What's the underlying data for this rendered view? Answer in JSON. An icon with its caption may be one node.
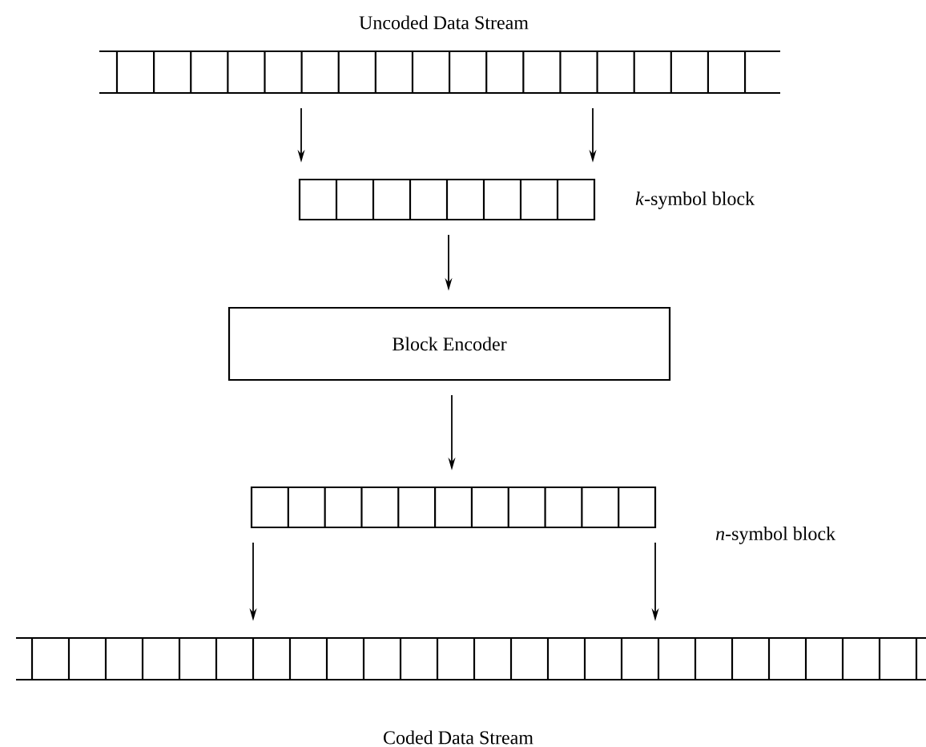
{
  "diagram": {
    "nodes": [
      {
        "text": [
          "Uncoded Data Stream"
        ]
      },
      {
        "text": [],
        "shape": "bar",
        "beside": [
          "*k*-symbol block"
        ]
      },
      {
        "text": [
          "Block Encoder"
        ]
      },
      {
        "text": [],
        "shape": "bar",
        "beside": [
          "*n*-symbol block"
        ]
      },
      {
        "text": [
          "Coded Data Stream"
        ]
      }
    ],
    "edges": [
      {
        "from": 0,
        "to": 1,
        "arrow": "to"
      },
      {
        "from": 0,
        "to": 1,
        "arrow": "to"
      },
      {
        "from": 1,
        "to": 2,
        "arrow": "to"
      },
      {
        "from": 2,
        "to": 3,
        "arrow": "to"
      },
      {
        "from": 3,
        "to": 4,
        "arrow": "to"
      },
      {
        "from": 3,
        "to": 4,
        "arrow": "to"
      }
    ]
  }
}
